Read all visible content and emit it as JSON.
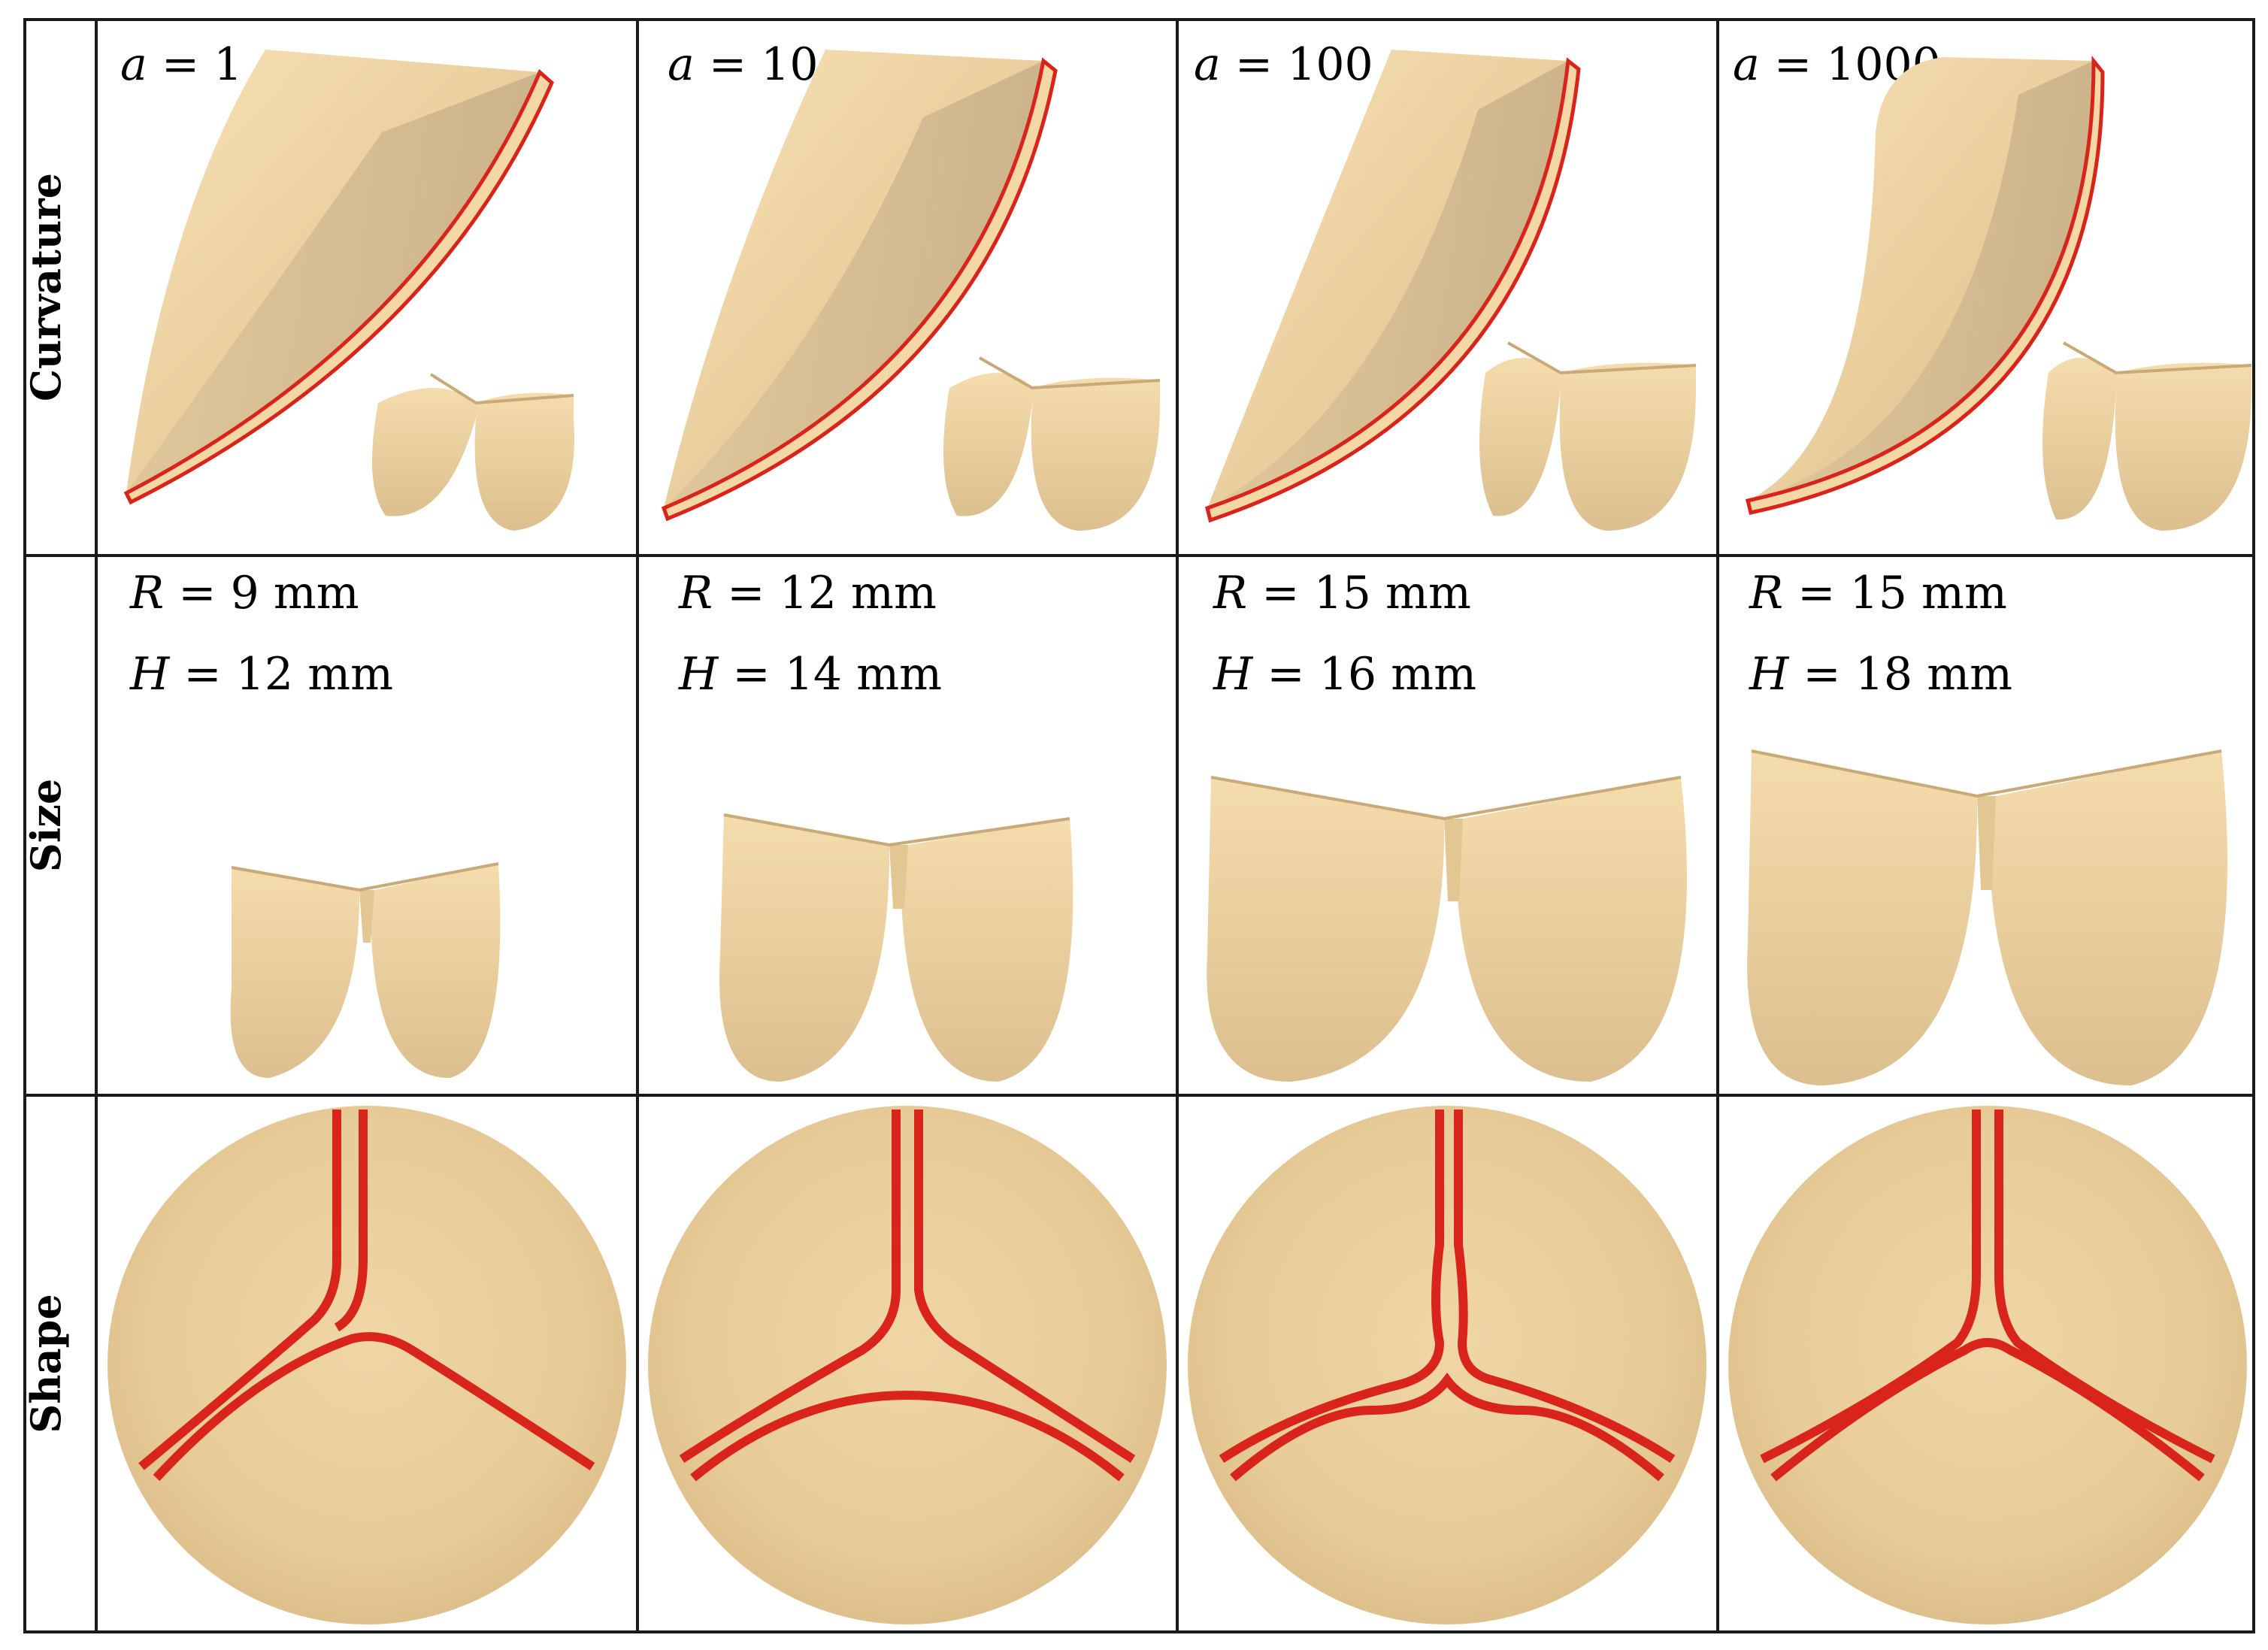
{
  "rows": [
    {
      "label": "Curvature"
    },
    {
      "label": "Size"
    },
    {
      "label": "Shape"
    }
  ],
  "curvature": [
    {
      "var": "a",
      "value": "1"
    },
    {
      "var": "a",
      "value": "10"
    },
    {
      "var": "a",
      "value": "100"
    },
    {
      "var": "a",
      "value": "1000"
    }
  ],
  "size": [
    {
      "r_var": "R",
      "r_value": "9",
      "h_var": "H",
      "h_value": "12",
      "unit": "mm"
    },
    {
      "r_var": "R",
      "r_value": "12",
      "h_var": "H",
      "h_value": "14",
      "unit": "mm"
    },
    {
      "r_var": "R",
      "r_value": "15",
      "h_var": "H",
      "h_value": "16",
      "unit": "mm"
    },
    {
      "r_var": "R",
      "r_value": "15",
      "h_var": "H",
      "h_value": "18",
      "unit": "mm"
    }
  ],
  "colors": {
    "leaflet": "#f4d9a6",
    "leaflet_shadow": "#cfb48a",
    "leaflet_dark": "#bfa57f",
    "edge": "#d9241c",
    "grid": "#1a1a1a"
  }
}
